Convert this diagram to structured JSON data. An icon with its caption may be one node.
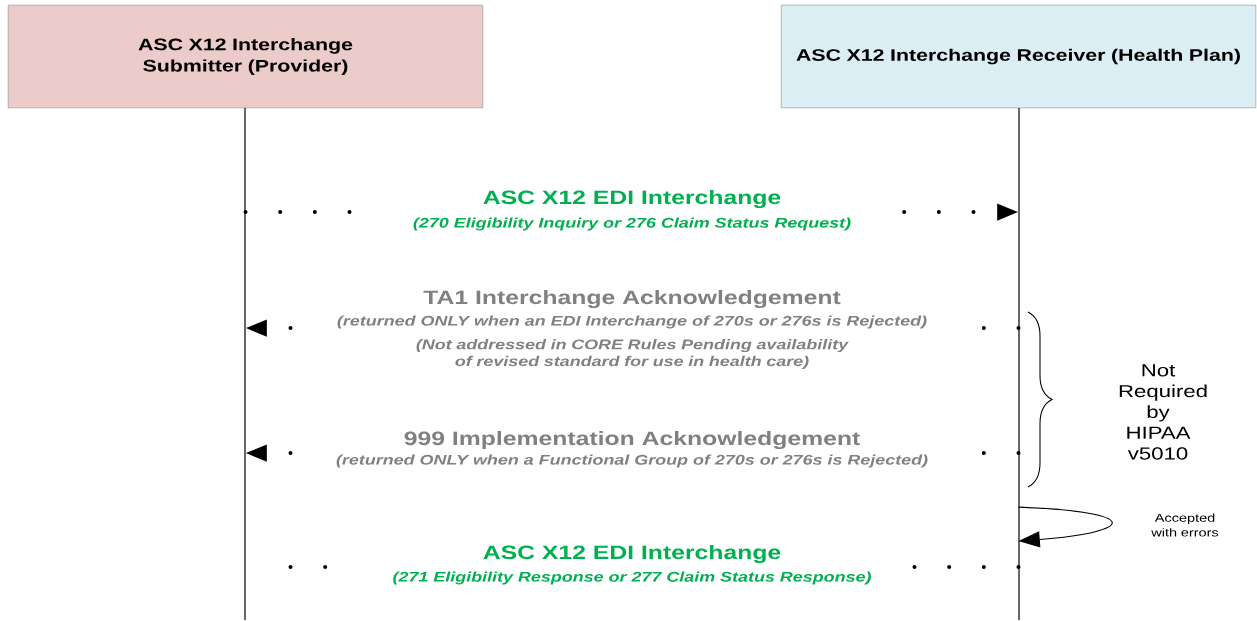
{
  "diagram": {
    "nodes": [
      {
        "text": [
          "ASC X12 Interchange Submitter (Provider)"
        ]
      },
      {
        "text": [
          "ASC X12 Interchange Receiver (Health Plan)"
        ]
      }
    ],
    "edges": [
      {
        "from": 0,
        "to": 1,
        "arrow": "to",
        "label": "ASC X12 EDI Interchange",
        "style": "dashed"
      },
      {
        "from": 1,
        "to": 0,
        "arrow": "to",
        "label": "TA1 Interchange Acknowledgement",
        "style": "dashed"
      },
      {
        "from": 1,
        "to": 0,
        "arrow": "to",
        "label": "999 Implementation Acknowledgement",
        "style": "dashed"
      },
      {
        "from": 1,
        "to": 0,
        "arrow": "none",
        "label": "ASC X12 EDI Interchange",
        "style": "dashed"
      },
      {
        "from": 1,
        "to": 1,
        "arrow": "to",
        "label": "Accepted with errors"
      }
    ],
    "labels": [
      "(270 Eligibility Inquiry or 276 Claim Status Request)",
      "(returned ONLY when an EDI Interchange of 270s or 276s is Rejected)",
      "(Not addressed in CORE Rules Pending availability of revised standard for use in health care)",
      "(returned ONLY when a Functional Group of 270s or 276s is Rejected)",
      "(271 Eligibility Response or 277 Claim Status Response)",
      "Not Required by HIPAA v5010"
    ]
  }
}
